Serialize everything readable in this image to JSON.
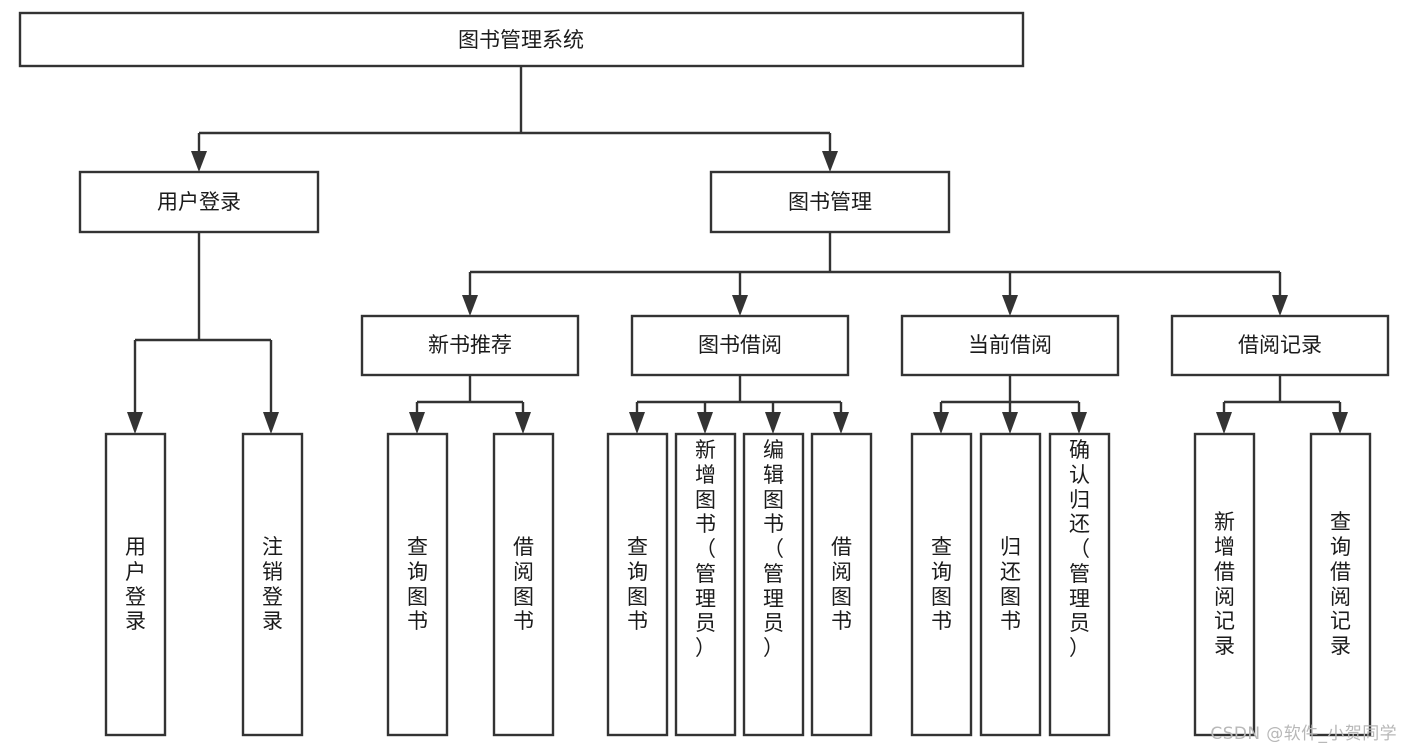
{
  "diagram": {
    "type": "hierarchy-tree",
    "title": "图书管理系统",
    "orientation": "top-down",
    "style": {
      "box_fill": "#ffffff",
      "box_stroke": "#333333",
      "line_color": "#333333",
      "text_color": "#1b1b1b",
      "background": "#ffffff"
    },
    "root": {
      "label": "图书管理系统",
      "level": 1
    },
    "level2": [
      {
        "id": "user-login",
        "label": "用户登录"
      },
      {
        "id": "book-management",
        "label": "图书管理"
      }
    ],
    "level3": [
      {
        "id": "new-book-recommend",
        "label": "新书推荐",
        "parent": "book-management"
      },
      {
        "id": "book-borrow",
        "label": "图书借阅",
        "parent": "book-management"
      },
      {
        "id": "current-borrow",
        "label": "当前借阅",
        "parent": "book-management"
      },
      {
        "id": "borrow-record",
        "label": "借阅记录",
        "parent": "book-management"
      }
    ],
    "leaves": [
      {
        "id": "leaf-user-login",
        "parent": "user-login",
        "label": "用户登录"
      },
      {
        "id": "leaf-user-logout",
        "parent": "user-login",
        "label": "注销登录"
      },
      {
        "id": "leaf-query-book-1",
        "parent": "new-book-recommend",
        "label": "查询图书"
      },
      {
        "id": "leaf-borrow-book-1",
        "parent": "new-book-recommend",
        "label": "借阅图书"
      },
      {
        "id": "leaf-query-book-2",
        "parent": "book-borrow",
        "label": "查询图书"
      },
      {
        "id": "leaf-add-book",
        "parent": "book-borrow",
        "label": "新增图书（管理员）"
      },
      {
        "id": "leaf-edit-book",
        "parent": "book-borrow",
        "label": "编辑图书（管理员）"
      },
      {
        "id": "leaf-borrow-book-2",
        "parent": "book-borrow",
        "label": "借阅图书"
      },
      {
        "id": "leaf-query-book-3",
        "parent": "current-borrow",
        "label": "查询图书"
      },
      {
        "id": "leaf-return-book",
        "parent": "current-borrow",
        "label": "归还图书"
      },
      {
        "id": "leaf-confirm-return",
        "parent": "current-borrow",
        "label": "确认归还（管理员）"
      },
      {
        "id": "leaf-add-record",
        "parent": "borrow-record",
        "label": "新增借阅记录"
      },
      {
        "id": "leaf-query-record",
        "parent": "borrow-record",
        "label": "查询借阅记录"
      }
    ]
  },
  "watermark": {
    "text": "CSDN @软件_小贺同学"
  }
}
